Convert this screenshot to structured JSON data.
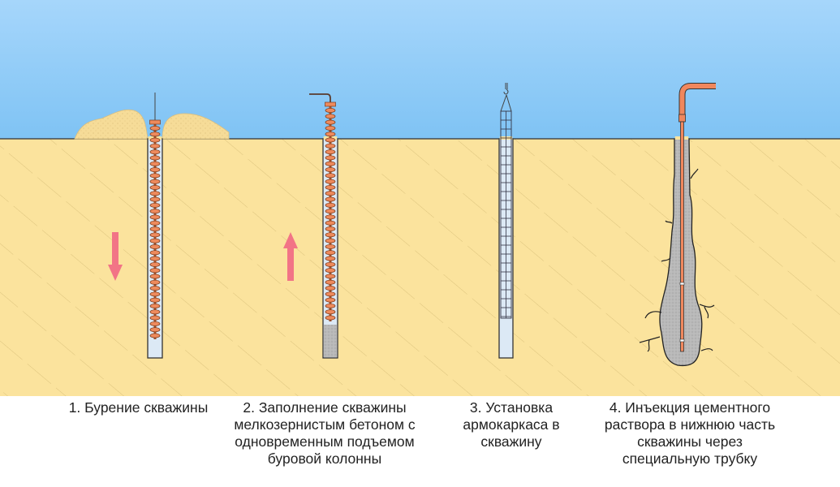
{
  "colors": {
    "sky_top": "#a6d6fb",
    "sky_bottom": "#7fc3f4",
    "soil": "#fbe39d",
    "hatch": "#d9c07a",
    "auger": "#ee8a5c",
    "arrow": "#f27486",
    "concrete": "#bdbdbd",
    "hole": "#dce9f5"
  },
  "steps": [
    {
      "lines": [
        "1. Бурение скважины"
      ],
      "arrow": "down"
    },
    {
      "lines": [
        "2. Заполнение скважины",
        "мелкозернистым бетоном с",
        "одновременным подъемом",
        "буровой колонны"
      ],
      "arrow": "up"
    },
    {
      "lines": [
        "3. Установка",
        "армокаркаса в",
        "скважину"
      ]
    },
    {
      "lines": [
        "4.  Инъекция цементного",
        "раствора в нижнюю часть",
        "скважины через",
        "специальную трубку"
      ]
    }
  ]
}
